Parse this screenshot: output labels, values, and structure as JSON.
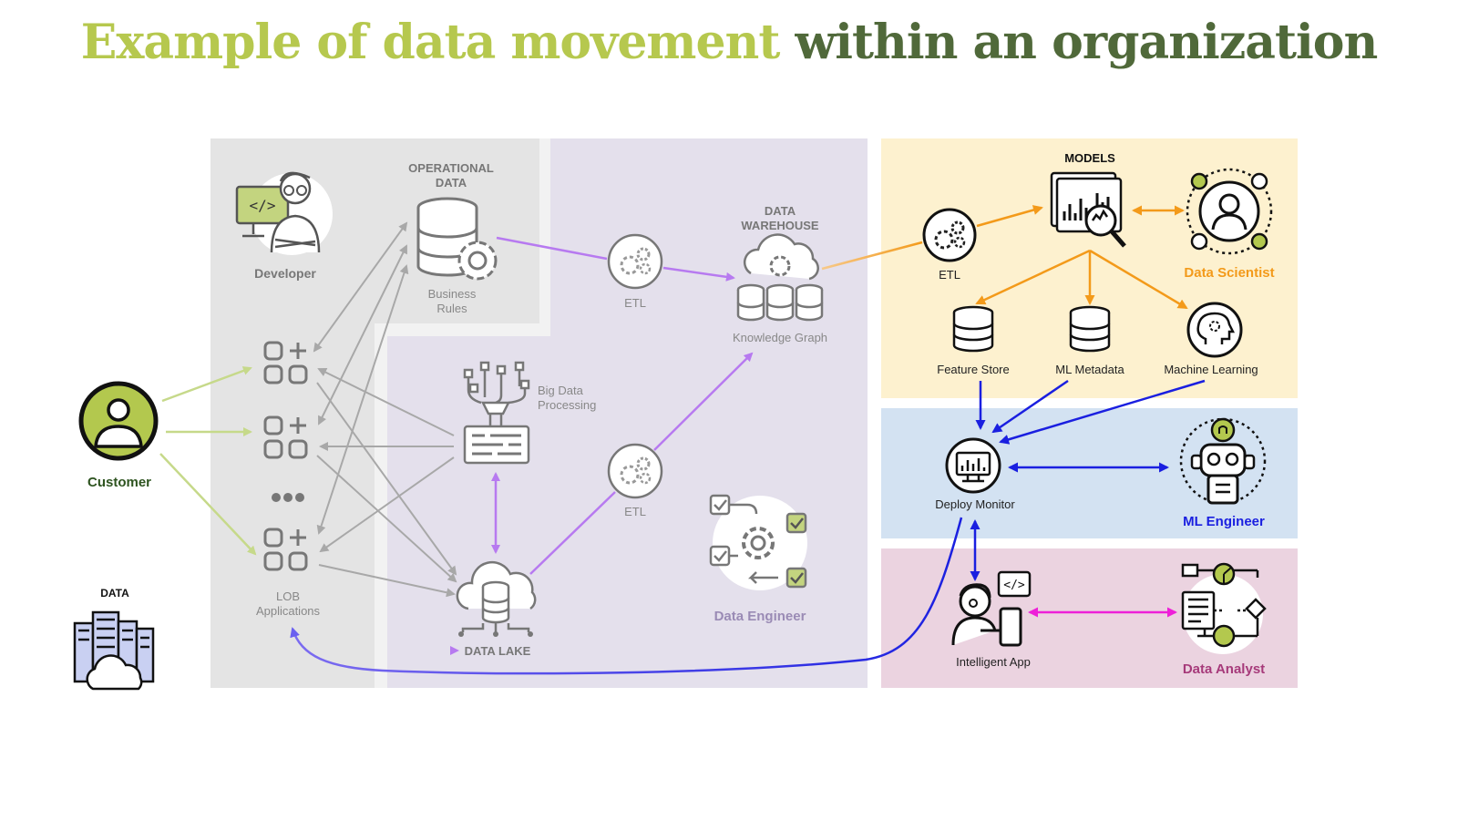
{
  "title": {
    "part1": "Example of data movement",
    "part2": "within an organization"
  },
  "nodes": {
    "developer": "Developer",
    "operational_data": "OPERATIONAL\nDATA",
    "business_rules": "Business\nRules",
    "etl_top": "ETL",
    "data_warehouse": "DATA\nWAREHOUSE",
    "knowledge_graph": "Knowledge Graph",
    "big_data": "Big Data\nProcessing",
    "etl_mid": "ETL",
    "data_engineer": "Data Engineer",
    "customer": "Customer",
    "lob": "LOB\nApplications",
    "data_src": "DATA",
    "data_lake": "DATA LAKE",
    "models": "MODELS",
    "etl_right": "ETL",
    "data_scientist": "Data Scientist",
    "feature_store": "Feature Store",
    "ml_metadata": "ML Metadata",
    "machine_learning": "Machine Learning",
    "deploy_monitor": "Deploy Monitor",
    "ml_engineer": "ML Engineer",
    "intelligent_app": "Intelligent App",
    "data_analyst": "Data Analyst"
  },
  "colors": {
    "title_light": "#b6c84e",
    "title_dark": "#50693a",
    "gray_panel": "#e4e4e4",
    "lavender_panel": "#e4e0ec",
    "yellow_panel": "#fdf1cf",
    "blue_panel": "#d3e2f2",
    "pink_panel": "#ebd3e0",
    "customer_green": "#b3c84e",
    "customer_label": "#2e5420",
    "purple_arrow": "#b77af0",
    "gray_arrow": "#a8a8a8",
    "green_arrow": "#c6d98a",
    "orange_arrow": "#f39a1a",
    "blue_arrow": "#1a1fe0",
    "magenta_arrow": "#ee1fd8",
    "data_scientist": "#f39a1a",
    "ml_engineer": "#1a1fe0",
    "data_analyst": "#a63a7a",
    "data_engineer": "#9a8bb5"
  }
}
